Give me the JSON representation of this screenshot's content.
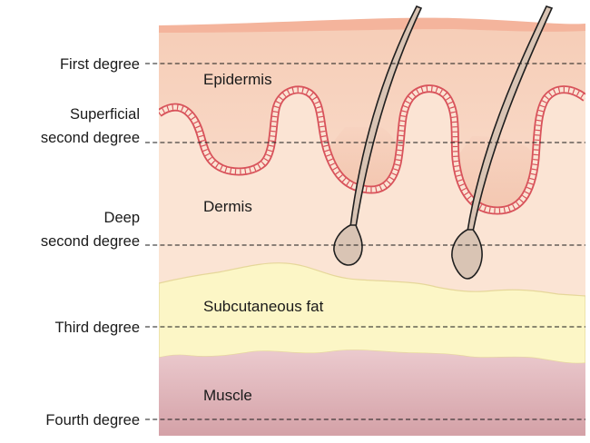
{
  "degree_labels": {
    "first": [
      "First degree"
    ],
    "superficial_second": [
      "Superficial",
      "second degree"
    ],
    "deep_second": [
      "Deep",
      "second degree"
    ],
    "third": [
      "Third degree"
    ],
    "fourth": [
      "Fourth degree"
    ]
  },
  "layer_labels": {
    "epidermis": "Epidermis",
    "dermis": "Dermis",
    "subcutaneous_fat": "Subcutaneous fat",
    "muscle": "Muscle"
  },
  "colors": {
    "skin_surface": "#f4b49c",
    "epidermis_top": "#f6cdb7",
    "dermis": "#fbe4d4",
    "fat": "#fcf6c6",
    "fat_outline": "#e6d79a",
    "muscle_top": "#e9c6c9",
    "muscle_bottom": "#d4a1a7",
    "basement_stroke": "#d8525a",
    "hair_fill": "#d9c4b4",
    "hair_stroke": "#1f1f1f"
  }
}
